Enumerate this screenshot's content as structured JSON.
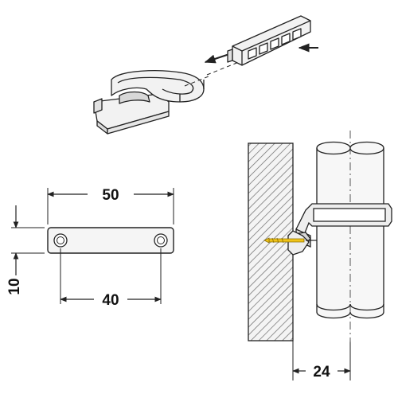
{
  "dimensions": {
    "overall_length": "50",
    "hole_spacing": "40",
    "height": "10",
    "wall_offset": "24"
  },
  "colors": {
    "line": "#222222",
    "part_fill": "#f2f2f2",
    "hatch": "#6a6a6a",
    "screw": "#f0c419",
    "background": "#ffffff"
  }
}
